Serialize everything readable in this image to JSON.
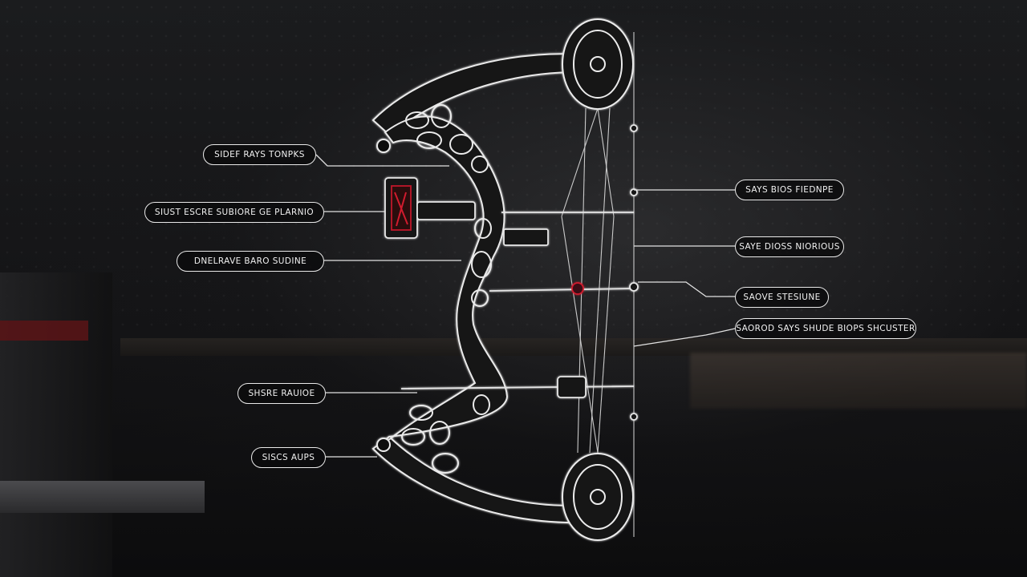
{
  "callouts_left": [
    {
      "label": "SIDEF RAYS TONPKS"
    },
    {
      "label": "SIUST ESCRE SUBIORE GE PLARNIO"
    },
    {
      "label": "DNELRAVE BARO SUDINE"
    },
    {
      "label": "SHSRE RAUIOE"
    },
    {
      "label": "SISCS AUPS"
    }
  ],
  "callouts_right": [
    {
      "label": "SAYS BIOS FIEDNPE"
    },
    {
      "label": "SAYE DIOSS NIORIOUS"
    },
    {
      "label": "SAOVE STESIUNE"
    },
    {
      "label": "SAOROD SAYS SHUDE BIOPS SHCUSTER"
    }
  ],
  "colors": {
    "line": "#e8e8e8",
    "accent": "#c0182a",
    "background": "#0d0d0e"
  }
}
